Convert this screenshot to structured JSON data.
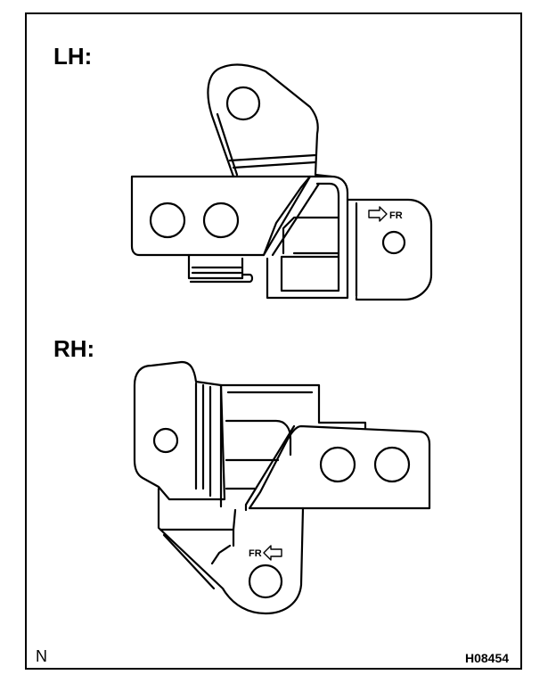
{
  "labels": {
    "lh": "LH:",
    "rh": "RH:",
    "corner_mark": "N",
    "figure_code": "H08454",
    "fr": "FR"
  },
  "icons": [
    "forward-arrow-icon",
    "rear-arrow-icon"
  ]
}
